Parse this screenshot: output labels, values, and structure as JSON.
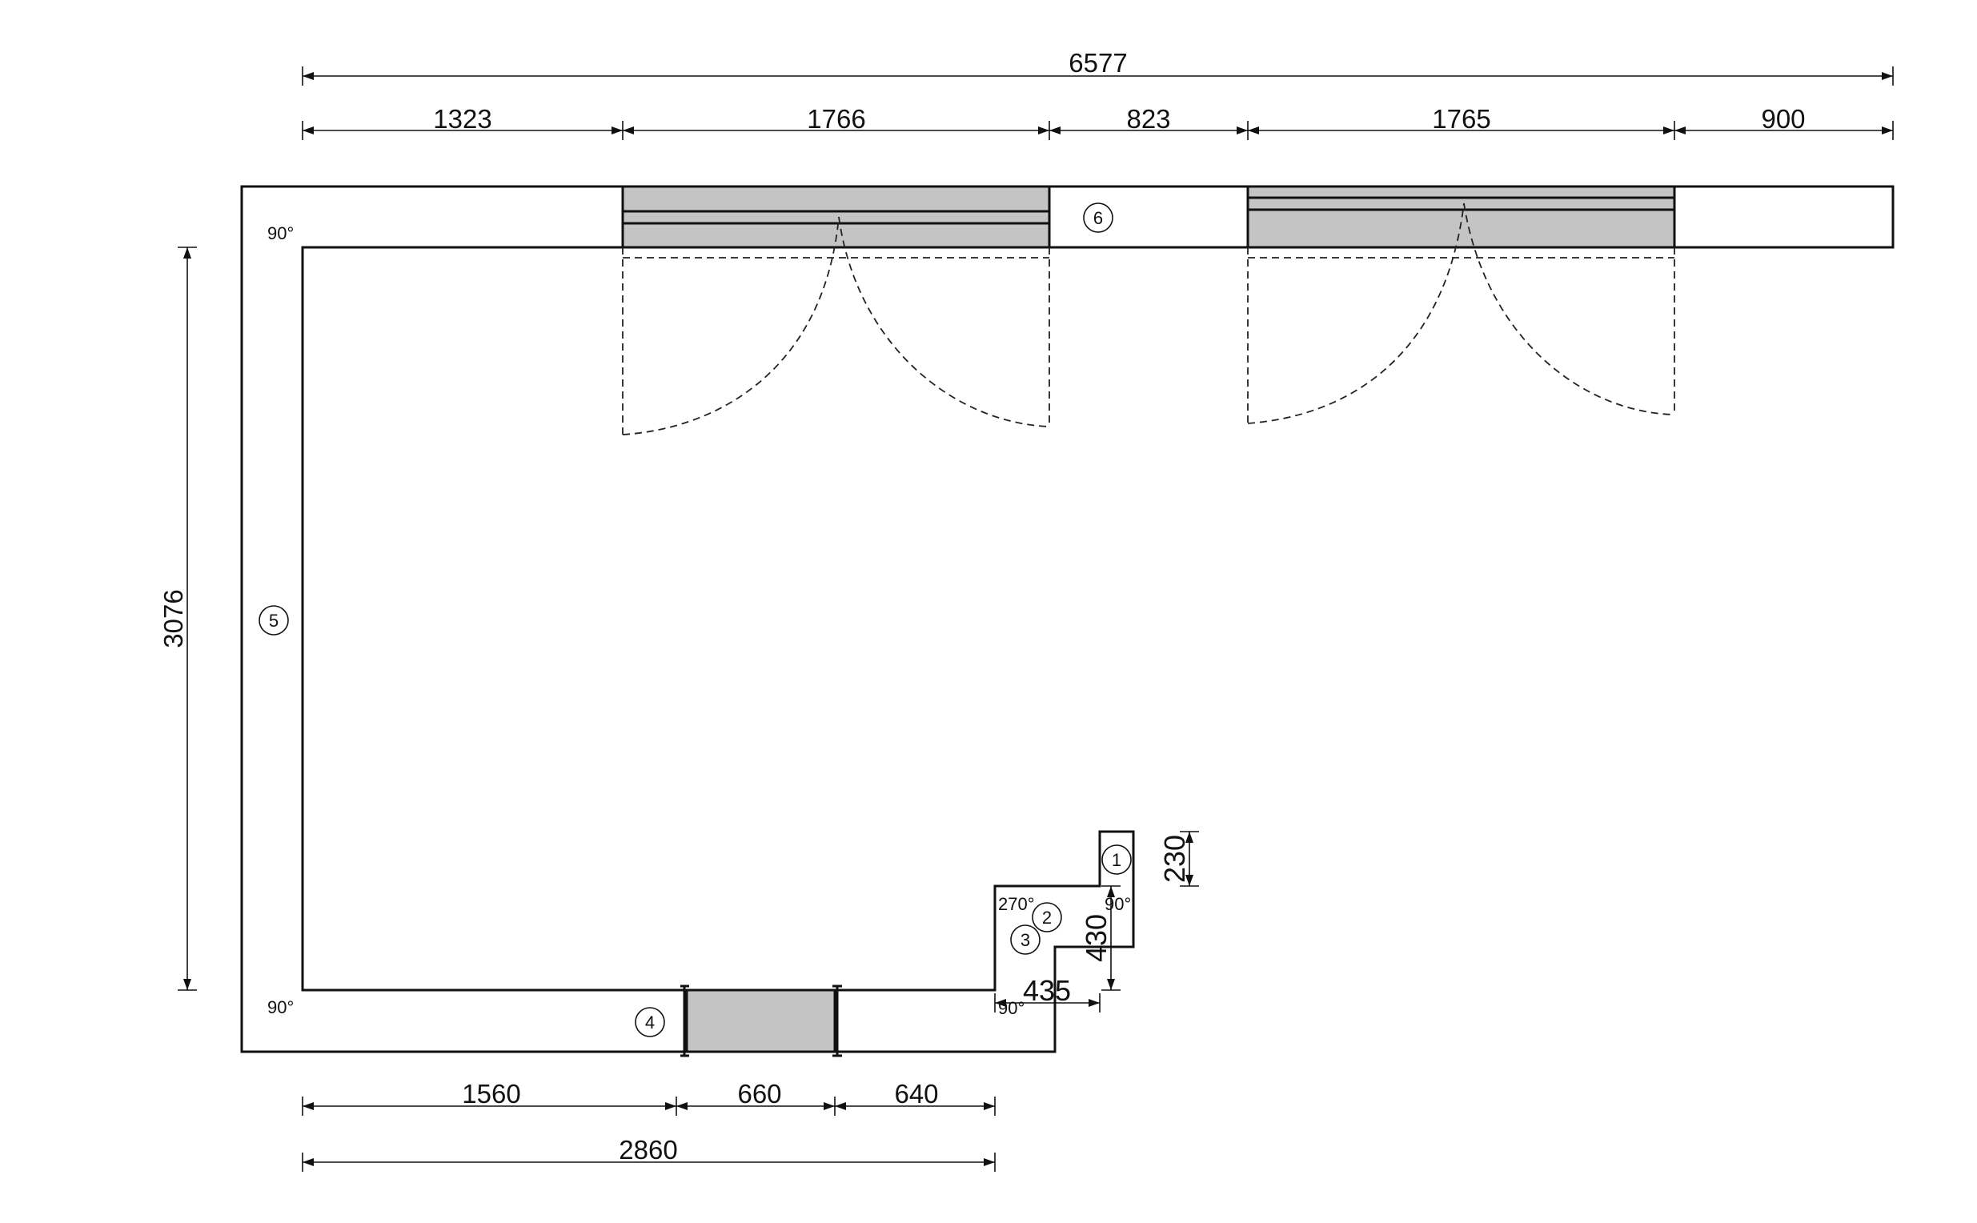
{
  "dimensions": {
    "top_total": "6577",
    "top_segments": [
      "1323",
      "1766",
      "823",
      "1765",
      "900"
    ],
    "left_height": "3076",
    "bottom_segments": [
      "1560",
      "660",
      "640"
    ],
    "bottom_total": "2860",
    "step_depth": "435",
    "step_height": "430",
    "nib_height": "230"
  },
  "angles": {
    "top_left": "90°",
    "bottom_left": "90°",
    "step_inner": "270°",
    "step_outer": "90°",
    "step_bottom": "90°"
  },
  "wall_markers": [
    "1",
    "2",
    "3",
    "4",
    "5",
    "6"
  ]
}
